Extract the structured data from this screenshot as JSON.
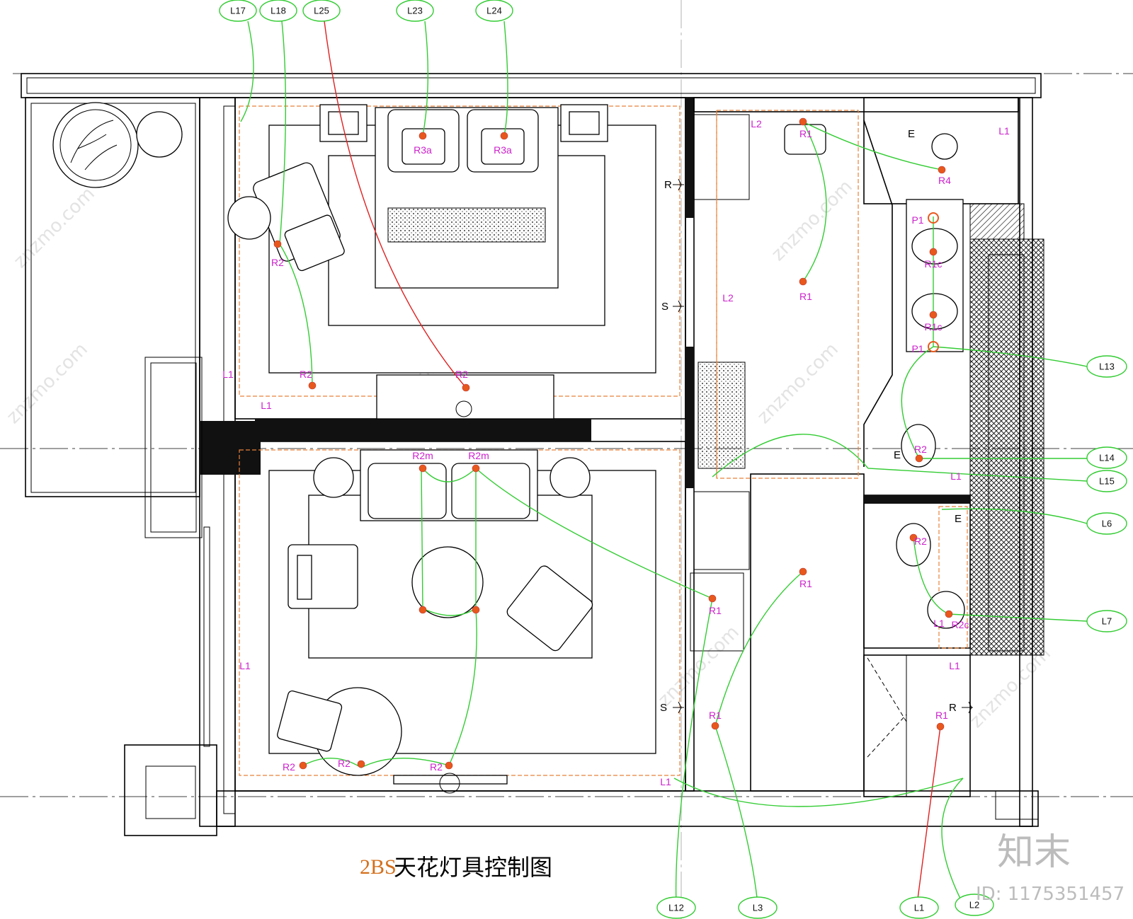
{
  "title": {
    "prefix": "2BS",
    "main": "天花灯具控制图"
  },
  "watermark": {
    "brand": "知末",
    "id": "ID: 1175351457",
    "site": "znzmo.com"
  },
  "colors": {
    "circuit": "#33cc33",
    "circuit_alt": "#e02020",
    "lamp": "#e8581c",
    "label": "#cc22cc",
    "ceiling_edge": "#e8823a"
  },
  "circuit_tags": [
    {
      "name": "L17"
    },
    {
      "name": "L18"
    },
    {
      "name": "L25"
    },
    {
      "name": "L23"
    },
    {
      "name": "L24"
    },
    {
      "name": "L13"
    },
    {
      "name": "L14"
    },
    {
      "name": "L15"
    },
    {
      "name": "L6"
    },
    {
      "name": "L7"
    },
    {
      "name": "L12"
    },
    {
      "name": "L3"
    },
    {
      "name": "L1"
    },
    {
      "name": "L2"
    }
  ],
  "lamps": [
    {
      "label": "R3a"
    },
    {
      "label": "R3a"
    },
    {
      "label": "R2"
    },
    {
      "label": "R2"
    },
    {
      "label": "R2"
    },
    {
      "label": "R1"
    },
    {
      "label": "R1"
    },
    {
      "label": "R4"
    },
    {
      "label": "P1"
    },
    {
      "label": "R1c"
    },
    {
      "label": "R1c"
    },
    {
      "label": "P1"
    },
    {
      "label": "R2m"
    },
    {
      "label": "R2m"
    },
    {
      "label": "R2"
    },
    {
      "label": "R2"
    },
    {
      "label": "R1"
    },
    {
      "label": "R1"
    },
    {
      "label": "R1"
    },
    {
      "label": "R2"
    },
    {
      "label": "R2"
    },
    {
      "label": "R2"
    },
    {
      "label": "R2"
    },
    {
      "label": "R1"
    },
    {
      "label": "R2c"
    },
    {
      "label": "R"
    },
    {
      "label": "R"
    }
  ],
  "circuit_labels": [
    {
      "text": "L1"
    },
    {
      "text": "L1"
    },
    {
      "text": "L1"
    },
    {
      "text": "L1"
    },
    {
      "text": "L1"
    },
    {
      "text": "L2"
    },
    {
      "text": "L2"
    },
    {
      "text": "L1"
    },
    {
      "text": "L1"
    },
    {
      "text": "L1"
    }
  ],
  "switch_labels": [
    {
      "text": "R"
    },
    {
      "text": "S"
    },
    {
      "text": "S"
    },
    {
      "text": "R"
    },
    {
      "text": "E"
    },
    {
      "text": "E"
    },
    {
      "text": "E"
    }
  ]
}
